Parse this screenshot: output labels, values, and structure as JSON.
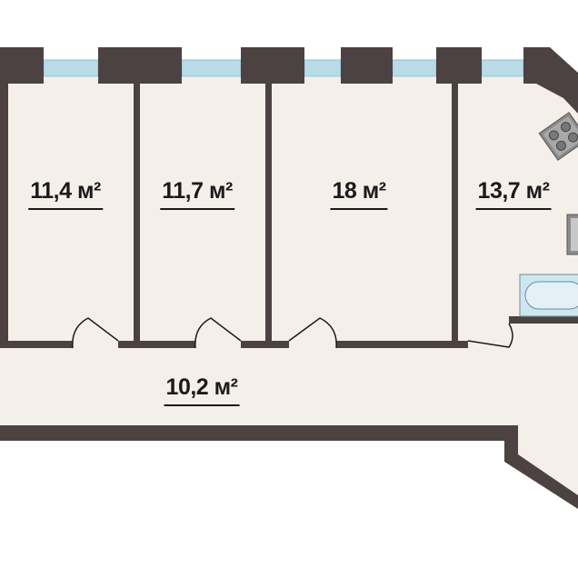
{
  "colors": {
    "wall": "#4d4242",
    "floor": "#f5efea",
    "window": "#b9dbe8",
    "background": "#ffffff"
  },
  "rooms": [
    {
      "id": "room-1",
      "area": "11,4 м²"
    },
    {
      "id": "room-2",
      "area": "11,7 м²"
    },
    {
      "id": "room-3",
      "area": "18 м²"
    },
    {
      "id": "kitchen",
      "area": "13,7 м²"
    },
    {
      "id": "corridor",
      "area": "10,2 м²"
    }
  ]
}
